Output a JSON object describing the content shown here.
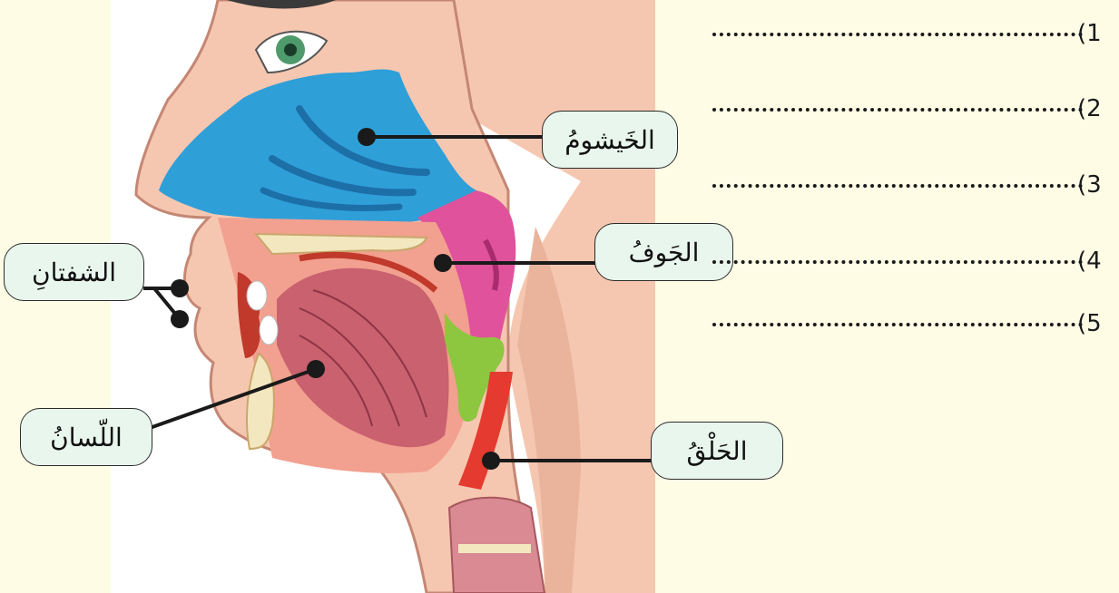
{
  "labels": {
    "khayshum": "الخَيشومُ",
    "jawf": "الجَوفُ",
    "shafatan": "الشفتانِ",
    "lisan": "اللّسانُ",
    "halq": "الحَلْقُ"
  },
  "answer_list": [
    {
      "num": "(1"
    },
    {
      "num": "(2"
    },
    {
      "num": "(3"
    },
    {
      "num": "(4"
    },
    {
      "num": "(5"
    }
  ],
  "colors": {
    "background": "#fffce6",
    "nasal_cavity": "#2f9fd8",
    "pharynx_upper": "#e0529b",
    "epiglottis": "#8dc63f",
    "throat": "#e53a2f",
    "tongue": "#c9616f",
    "bone": "#f3e7bf",
    "skin": "#f6c7b0",
    "label_fill": "#e9f6ee"
  }
}
